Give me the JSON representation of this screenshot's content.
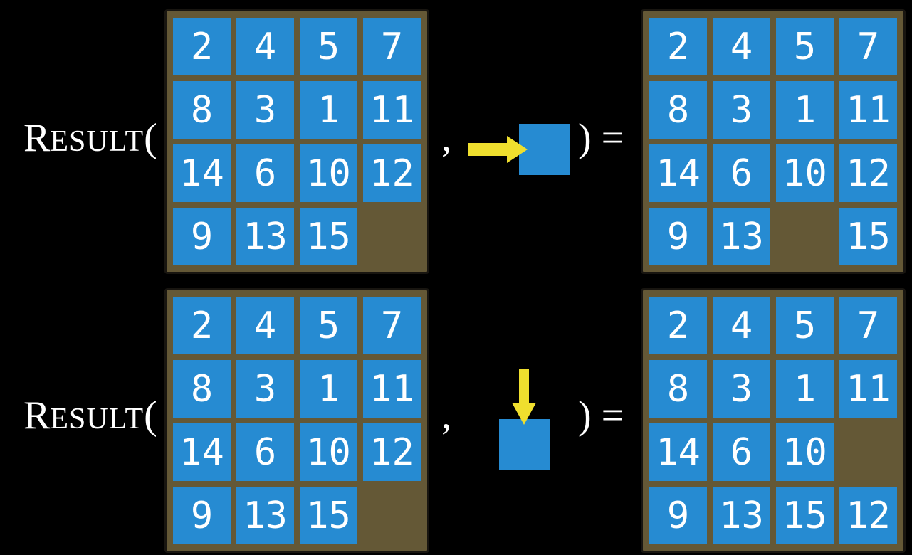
{
  "colors": {
    "background": "#000000",
    "tile": "#268bd2",
    "board": "#645836",
    "arrow": "#efdf2e",
    "text": "#ffffff"
  },
  "function": {
    "initial": "R",
    "rest": "ESULT",
    "open_paren": "(",
    "comma": ",",
    "close_paren": ")",
    "equals": "="
  },
  "equations": [
    {
      "move_direction": "right",
      "input_grid": [
        [
          "2",
          "4",
          "5",
          "7"
        ],
        [
          "8",
          "3",
          "1",
          "11"
        ],
        [
          "14",
          "6",
          "10",
          "12"
        ],
        [
          "9",
          "13",
          "15",
          ""
        ]
      ],
      "output_grid": [
        [
          "2",
          "4",
          "5",
          "7"
        ],
        [
          "8",
          "3",
          "1",
          "11"
        ],
        [
          "14",
          "6",
          "10",
          "12"
        ],
        [
          "9",
          "13",
          "",
          "15"
        ]
      ]
    },
    {
      "move_direction": "down",
      "input_grid": [
        [
          "2",
          "4",
          "5",
          "7"
        ],
        [
          "8",
          "3",
          "1",
          "11"
        ],
        [
          "14",
          "6",
          "10",
          "12"
        ],
        [
          "9",
          "13",
          "15",
          ""
        ]
      ],
      "output_grid": [
        [
          "2",
          "4",
          "5",
          "7"
        ],
        [
          "8",
          "3",
          "1",
          "11"
        ],
        [
          "14",
          "6",
          "10",
          ""
        ],
        [
          "9",
          "13",
          "15",
          "12"
        ]
      ]
    }
  ]
}
